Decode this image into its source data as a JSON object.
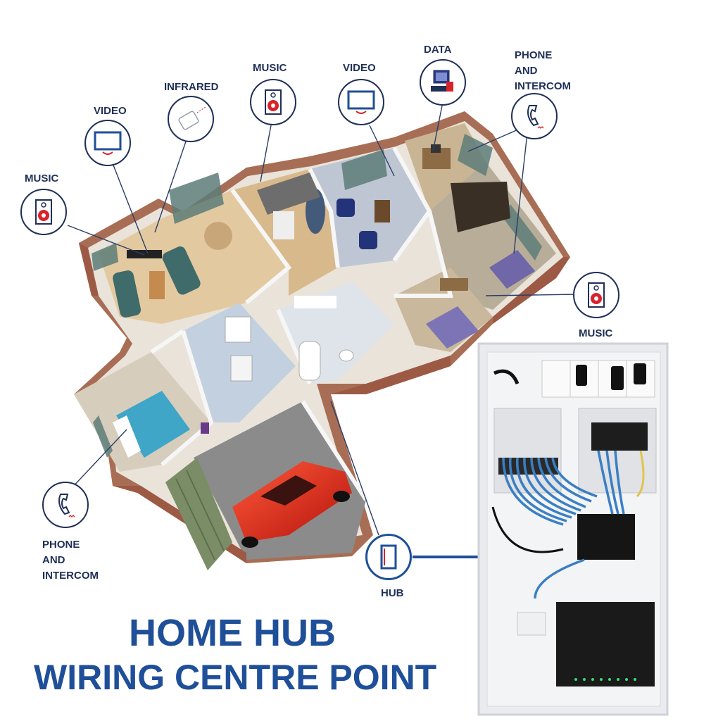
{
  "labels": {
    "music_left": "MUSIC",
    "video_left": "VIDEO",
    "infrared": "INFRARED",
    "music_top": "MUSIC",
    "video_top": "VIDEO",
    "data": "DATA",
    "phone_top_line1": "PHONE",
    "phone_top_line2": "AND",
    "phone_top_line3": "INTERCOM",
    "music_right": "MUSIC",
    "phone_left_line1": "PHONE",
    "phone_left_line2": "AND",
    "phone_left_line3": "INTERCOM",
    "hub": "HUB"
  },
  "title": {
    "line1": "HOME HUB",
    "line2": "WIRING CENTRE POINT"
  },
  "colors": {
    "label_navy": "#1f2f56",
    "title_blue": "#1f4f98",
    "connector_blue": "#1f4f98",
    "speaker_red": "#d8232a",
    "cable_blue": "#3a7fc4"
  },
  "icons": {
    "music": "speaker-icon",
    "video": "monitor-icon",
    "infrared": "remote-icon",
    "data": "computer-icon",
    "phone": "handset-icon",
    "hub": "hub-cabinet-icon"
  }
}
